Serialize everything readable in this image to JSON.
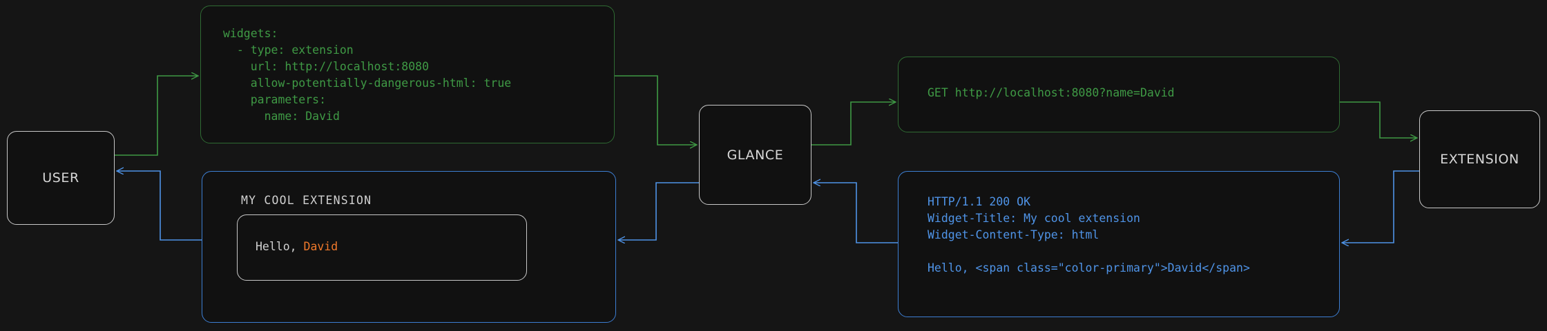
{
  "diagram": {
    "type": "flow-sequence",
    "background": "#151515",
    "colors": {
      "request_flow": "#3f9a45",
      "response_flow": "#4f94e8",
      "node_border": "#c9c9c9",
      "node_label": "#d8d8d8",
      "accent_primary": "#f0792b"
    }
  },
  "nodes": {
    "user": {
      "label": "USER"
    },
    "glance": {
      "label": "GLANCE"
    },
    "extension": {
      "label": "EXTENSION"
    }
  },
  "messages": {
    "yaml_config": {
      "text": "widgets:\n  - type: extension\n    url: http://localhost:8080\n    allow-potentially-dangerous-html: true\n    parameters:\n      name: David",
      "color": "#3f9a45"
    },
    "http_request": {
      "text": "GET http://localhost:8080?name=David",
      "color": "#3f9a45"
    },
    "http_response": {
      "text": "HTTP/1.1 200 OK\nWidget-Title: My cool extension\nWidget-Content-Type: html\n\nHello, <span class=\"color-primary\">David</span>",
      "color": "#4f94e8"
    },
    "rendered_widget": {
      "title": "MY COOL EXTENSION",
      "greeting_prefix": "Hello, ",
      "greeting_name": "David"
    }
  }
}
